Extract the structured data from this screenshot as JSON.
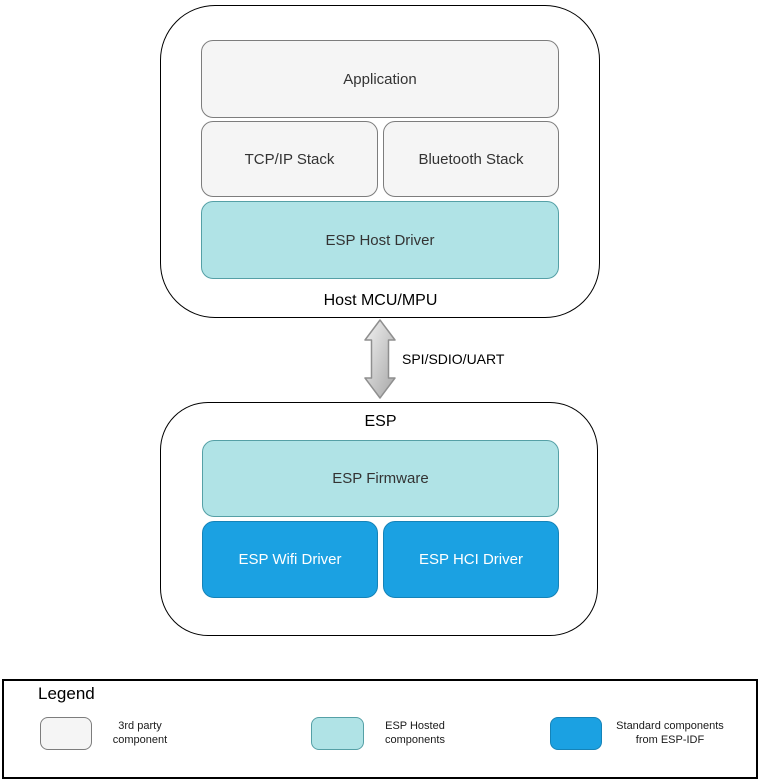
{
  "colors": {
    "third_party_fill": "#f5f5f5",
    "third_party_border": "#7d7d7d",
    "esp_hosted_fill": "#b0e3e6",
    "esp_hosted_border": "#55a0a6",
    "esp_idf_fill": "#1ba1e2",
    "esp_idf_border": "#1583b8",
    "container_border": "#000000",
    "arrow_fill_light": "#f2f2f2",
    "arrow_fill_dark": "#a6a6a6",
    "arrow_stroke": "#8f8f8f"
  },
  "host_group": {
    "label": "Host MCU/MPU",
    "application": "Application",
    "tcpip_stack": "TCP/IP Stack",
    "bluetooth_stack": "Bluetooth Stack",
    "esp_host_driver": "ESP Host Driver"
  },
  "interconnect": {
    "label": "SPI/SDIO/UART"
  },
  "esp_group": {
    "label": "ESP",
    "esp_firmware": "ESP Firmware",
    "esp_wifi_driver": "ESP Wifi Driver",
    "esp_hci_driver": "ESP HCI Driver"
  },
  "legend": {
    "title": "Legend",
    "items": [
      {
        "line1": "3rd party",
        "line2": "component",
        "swatch": "third-party-component"
      },
      {
        "line1": "ESP Hosted",
        "line2": "components",
        "swatch": "esp-hosted-components"
      },
      {
        "line1": "Standard components",
        "line2": "from ESP-IDF",
        "swatch": "standard-esp-idf-components"
      }
    ]
  }
}
